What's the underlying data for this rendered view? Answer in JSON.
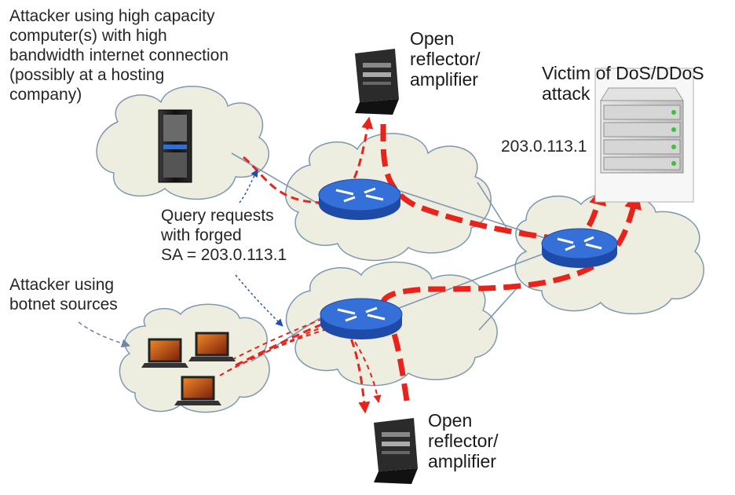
{
  "labels": {
    "attacker_high_capacity": [
      "Attacker using high capacity",
      "computer(s) with high",
      "bandwidth internet connection",
      "(possibly at a hosting",
      "company)"
    ],
    "query_requests": [
      "Query requests",
      "with forged",
      "SA = 203.0.113.1"
    ],
    "attacker_botnet": [
      "Attacker using",
      "botnet sources"
    ],
    "reflector_top": [
      "Open",
      "reflector/",
      "amplifier"
    ],
    "reflector_bottom": [
      "Open",
      "reflector/",
      "amplifier"
    ],
    "victim": [
      "Victim of DoS/DDoS",
      "attack"
    ],
    "victim_ip": "203.0.113.1"
  },
  "colors": {
    "attack_traffic": "#e8231b",
    "cloud_fill": "#eeeee0",
    "router_fill": "#2f64d2",
    "link": "#7f98b2"
  }
}
